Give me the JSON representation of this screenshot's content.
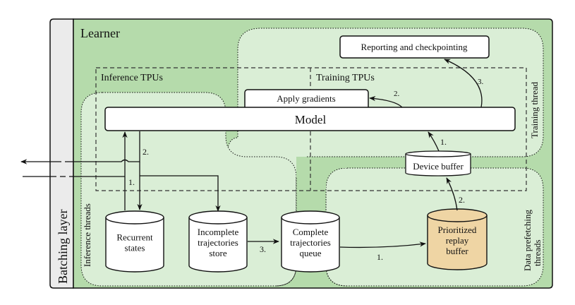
{
  "colors": {
    "batching_bg": "#ebebeb",
    "learner_bg": "#b5dbab",
    "thread_bg": "#daeed6",
    "box_bg": "#ffffff",
    "replay_bg": "#efd5a4",
    "stroke": "#111111"
  },
  "batching_layer": {
    "label": "Batching layer"
  },
  "learner": {
    "label": "Learner"
  },
  "regions": {
    "inference_tpus": "Inference TPUs",
    "training_tpus": "Training TPUs",
    "inference_threads": "Inference threads",
    "training_thread": "Training thread",
    "data_prefetching_threads_line1": "Data prefetching",
    "data_prefetching_threads_line2": "threads"
  },
  "boxes": {
    "model": "Model",
    "apply_gradients": "Apply gradients",
    "reporting": "Reporting and checkpointing"
  },
  "stores": {
    "recurrent_states": [
      "Recurrent",
      "states"
    ],
    "incomplete_trajectories": [
      "Incomplete",
      "trajectories",
      "store"
    ],
    "complete_trajectories": [
      "Complete",
      "trajectories",
      "queue"
    ],
    "replay_buffer": [
      "Prioritized",
      "replay",
      "buffer"
    ],
    "device_buffer": "Device buffer"
  },
  "edge_labels": {
    "inference_in": "1.",
    "inference_out": "2.",
    "incomplete_to_complete": "3.",
    "complete_to_replay": "1.",
    "replay_to_device": "2.",
    "device_to_model": "1.",
    "model_to_apply": "2.",
    "model_to_reporting": "3."
  }
}
